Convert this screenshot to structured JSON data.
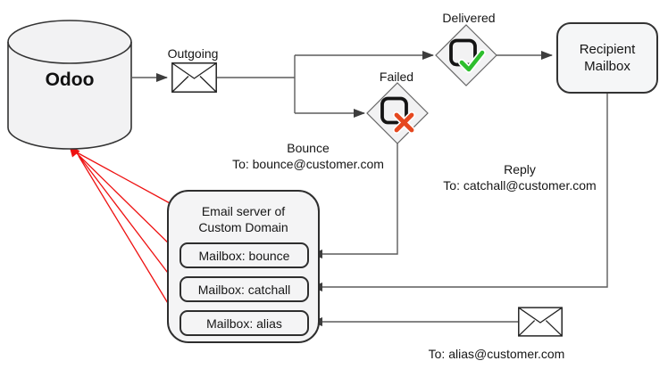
{
  "diagram": {
    "title_semantic": "Odoo outgoing email flow with custom domain mail server",
    "odoo": {
      "label": "Odoo"
    },
    "outgoing": {
      "label": "Outgoing"
    },
    "delivered": {
      "label": "Delivered"
    },
    "failed": {
      "label": "Failed"
    },
    "recipient_mailbox": {
      "label": "Recipient Mailbox"
    },
    "bounce_note": {
      "title": "Bounce",
      "to": "To: bounce@customer.com"
    },
    "reply_note": {
      "title": "Reply",
      "to": "To: catchall@customer.com"
    },
    "alias_note": {
      "to": "To: alias@customer.com"
    },
    "email_server": {
      "title": "Email server of Custom Domain",
      "mailboxes": [
        {
          "label": "Mailbox: bounce"
        },
        {
          "label": "Mailbox: catchall"
        },
        {
          "label": "Mailbox: alias"
        }
      ]
    },
    "icons": [
      "envelope-icon",
      "database-cylinder-icon",
      "check-success-icon",
      "cross-failed-icon"
    ],
    "colors": {
      "shape_fill": "#f2f2f3",
      "shape_border": "#333333",
      "connector_gray": "#5c5c5c",
      "arrowhead": "#3d3d3d",
      "red_return_arrow": "#ee1111",
      "check_green": "#2dbe2d",
      "cross_red": "#e5481f",
      "text": "#161616"
    }
  }
}
